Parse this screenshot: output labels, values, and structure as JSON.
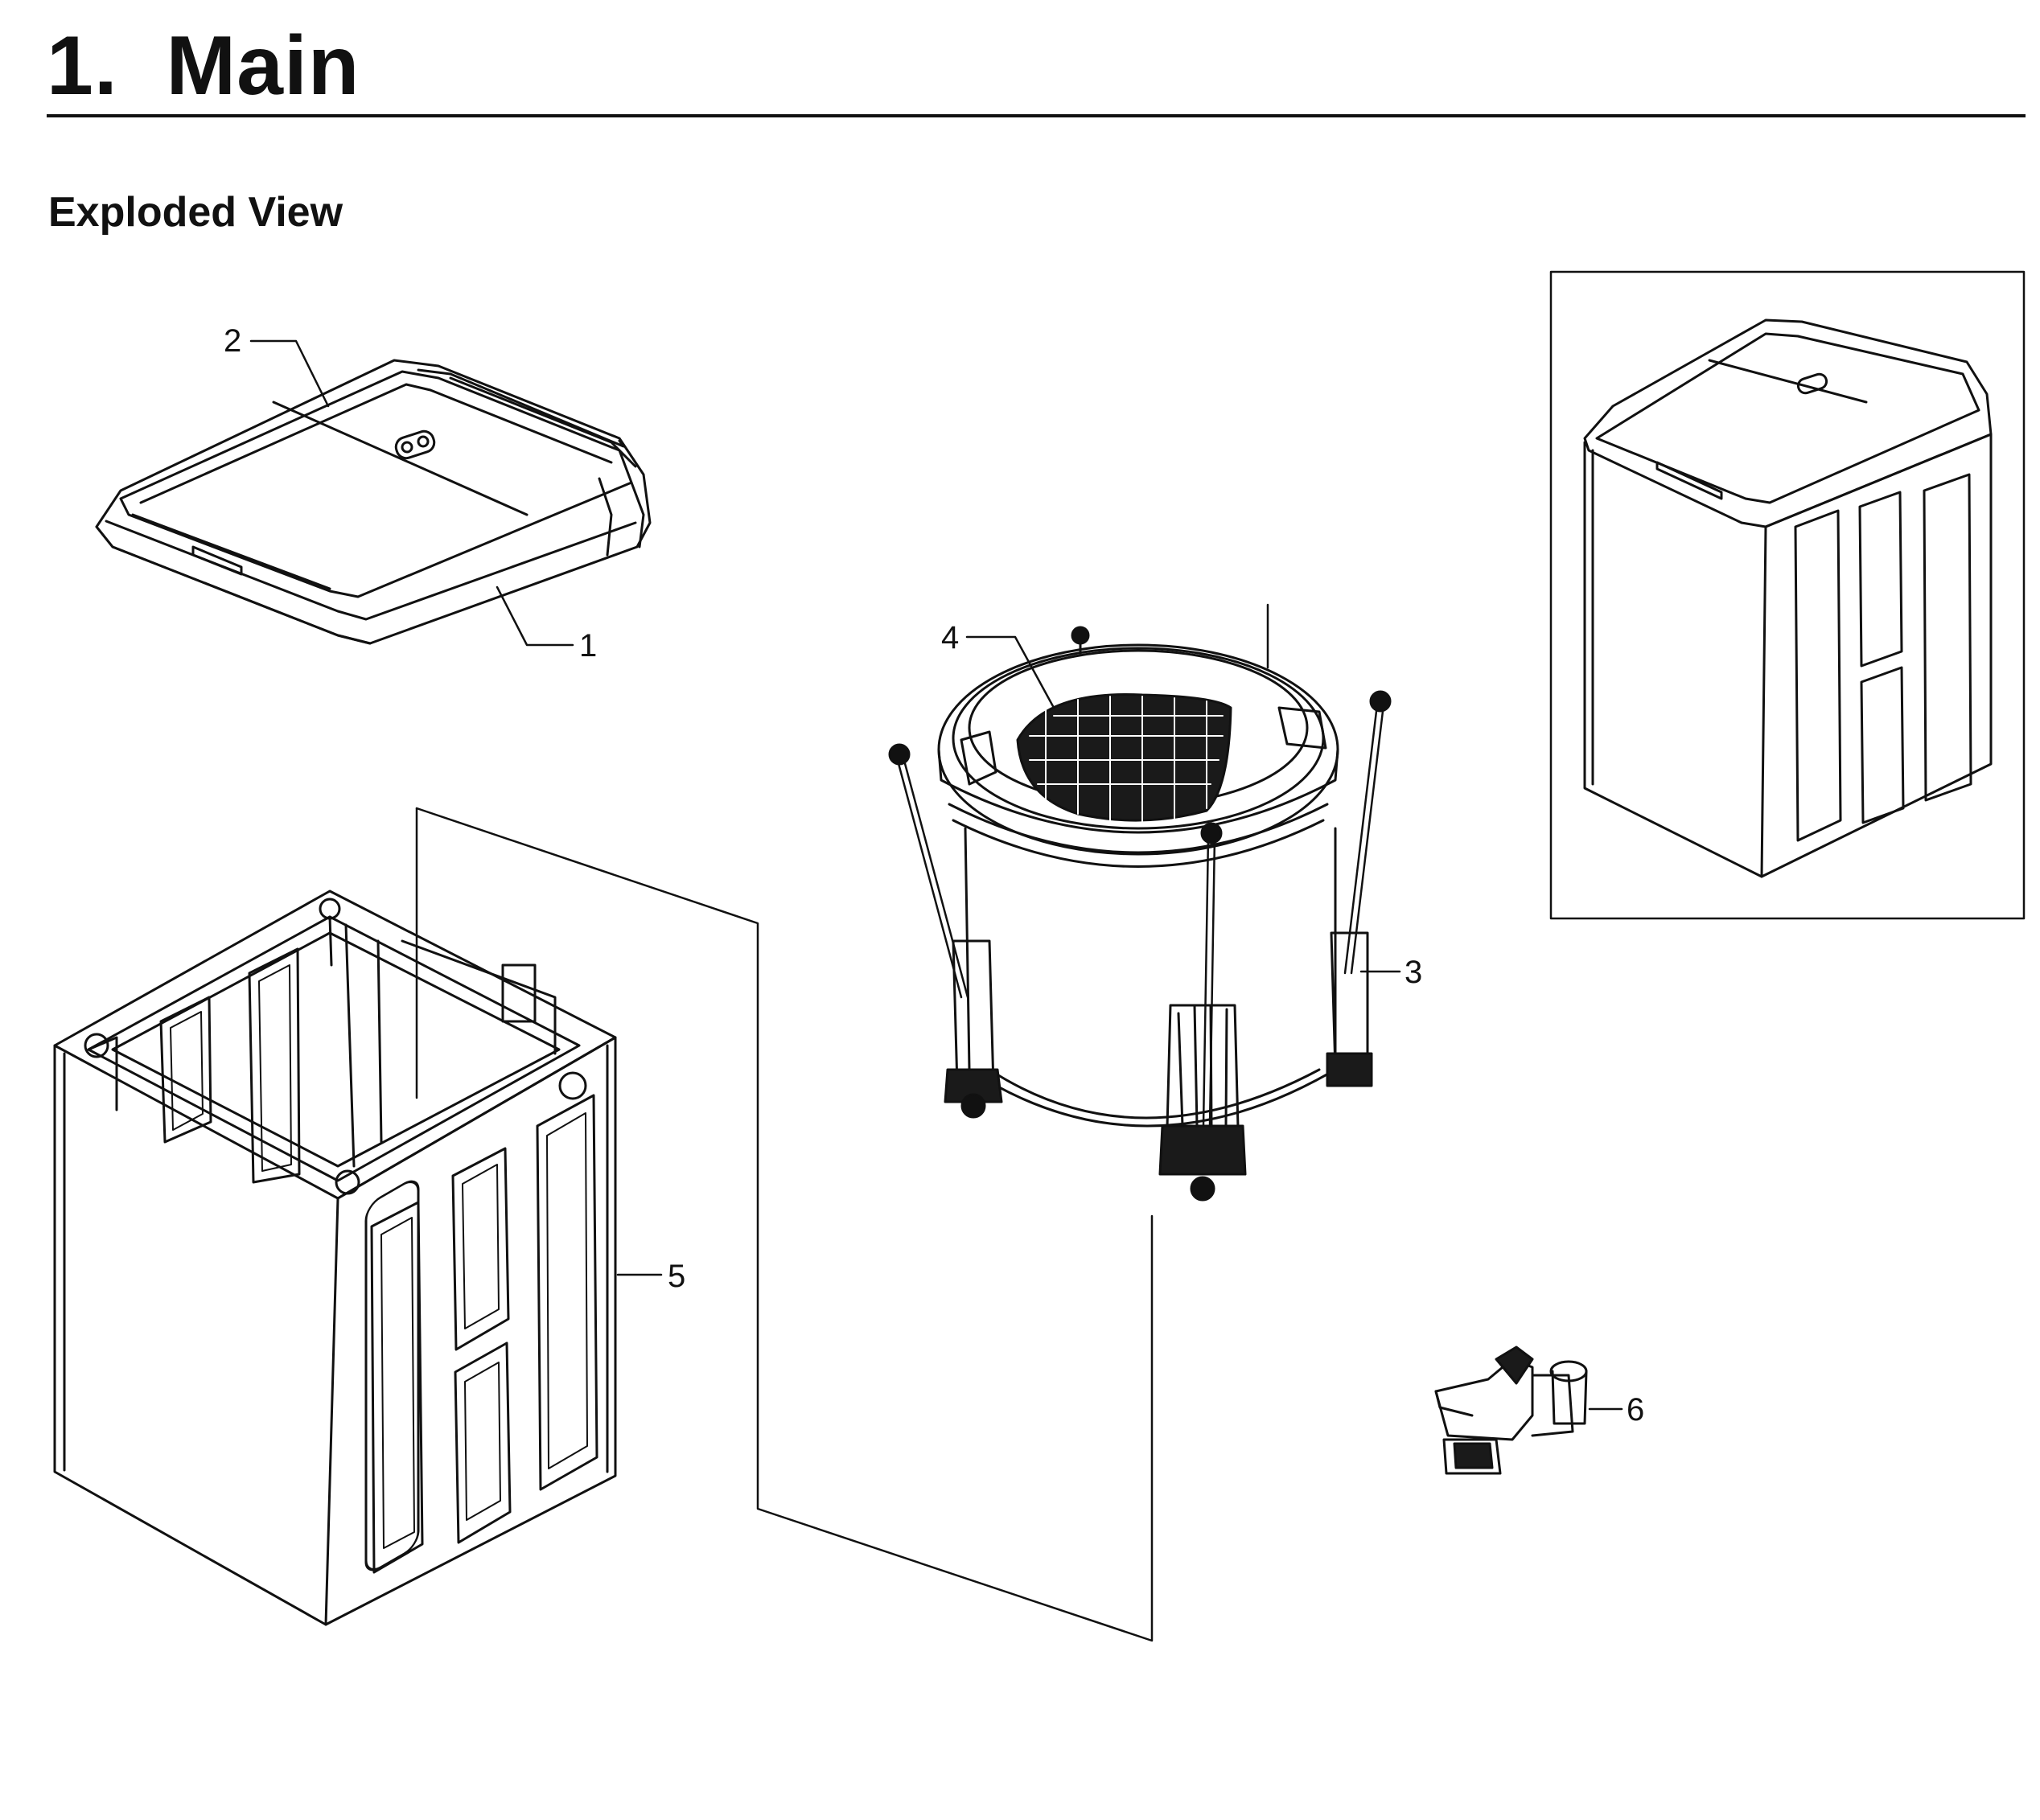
{
  "header": {
    "title": "1.  Main",
    "subtitle": "Exploded View"
  },
  "callouts": [
    {
      "id": "1",
      "label": "1"
    },
    {
      "id": "2",
      "label": "2"
    },
    {
      "id": "3",
      "label": "3"
    },
    {
      "id": "4",
      "label": "4"
    },
    {
      "id": "5",
      "label": "5"
    },
    {
      "id": "6",
      "label": "6"
    }
  ],
  "colors": {
    "line": "#111111",
    "background": "#ffffff",
    "shade": "#1a1a1a"
  }
}
